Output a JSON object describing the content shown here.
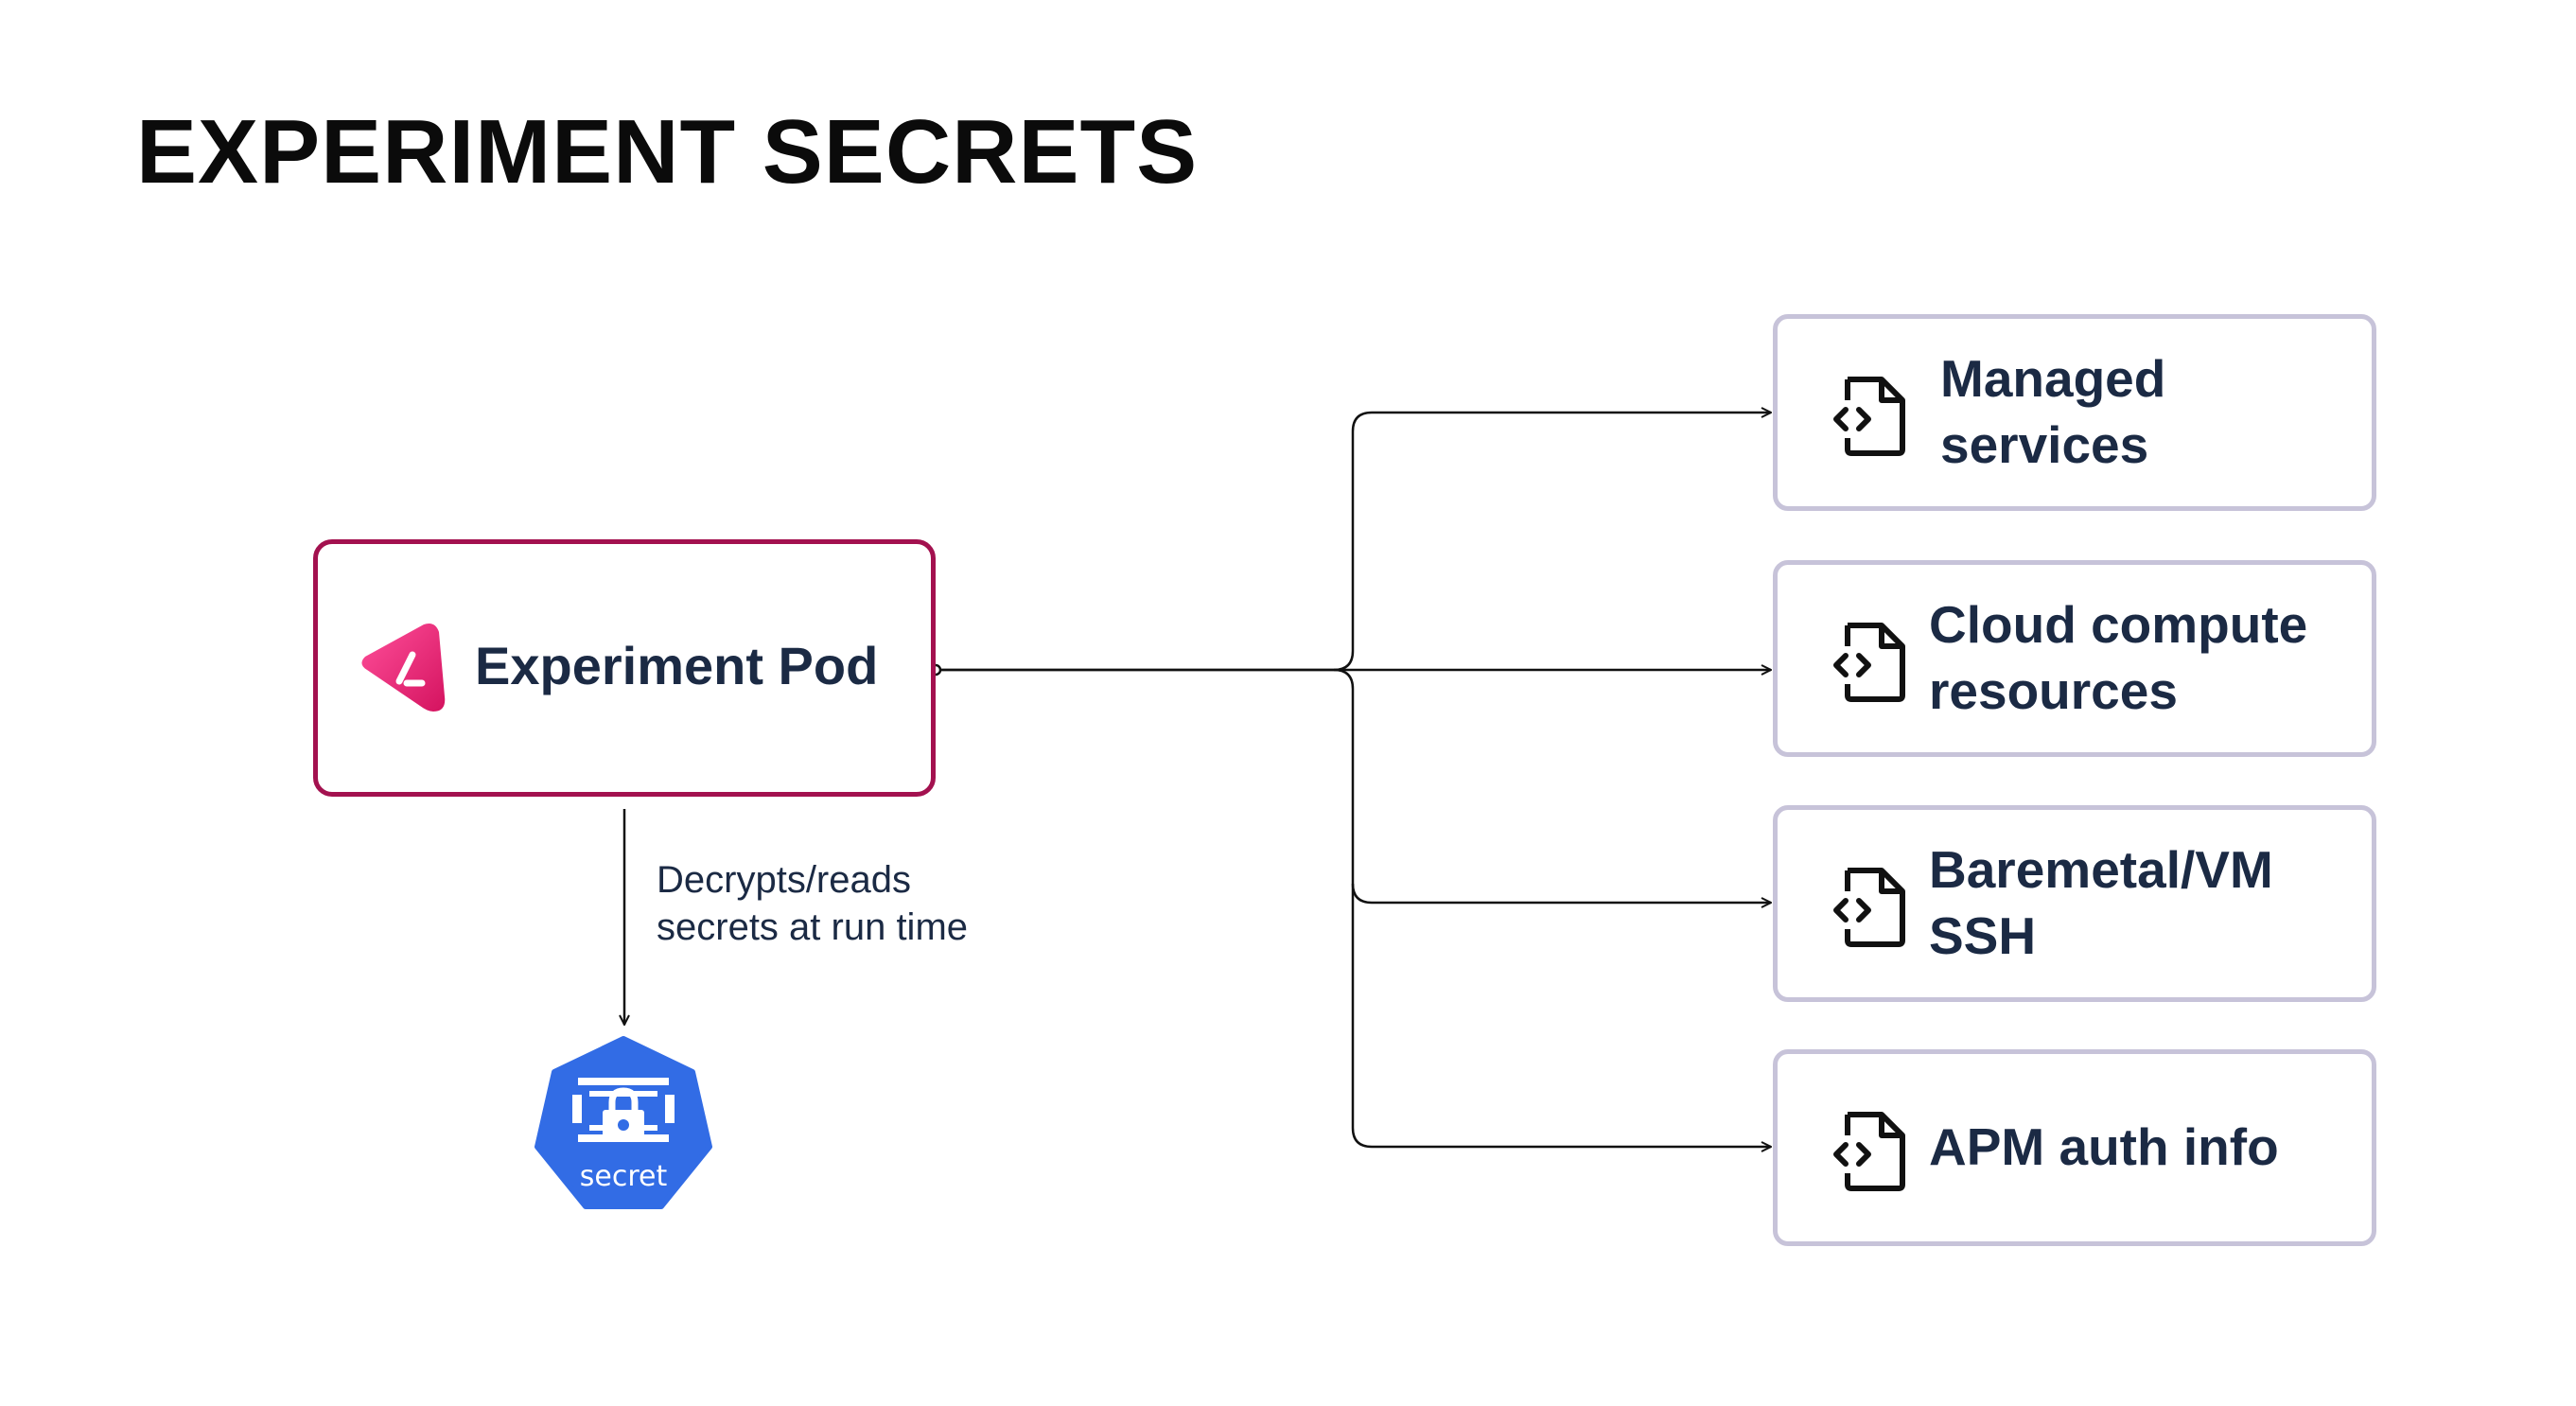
{
  "title": "EXPERIMENT SECRETS",
  "pod": {
    "label": "Experiment Pod",
    "logo_icon": "triangle-logo-icon",
    "border_color": "#a3114f"
  },
  "edge_label": "Decrypts/reads\nsecrets at run time",
  "secret": {
    "label": "secret",
    "icon": "kubernetes-secret-icon",
    "color": "#326ce5"
  },
  "targets": [
    {
      "label": "Managed\nservices",
      "icon": "code-file-icon"
    },
    {
      "label": "Cloud compute\nresources",
      "icon": "code-file-icon"
    },
    {
      "label": "Baremetal/VM\nSSH",
      "icon": "code-file-icon"
    },
    {
      "label": "APM auth info",
      "icon": "code-file-icon"
    }
  ],
  "colors": {
    "text": "#1b2a44",
    "target_border": "#c7c3d9",
    "line": "#111111"
  }
}
